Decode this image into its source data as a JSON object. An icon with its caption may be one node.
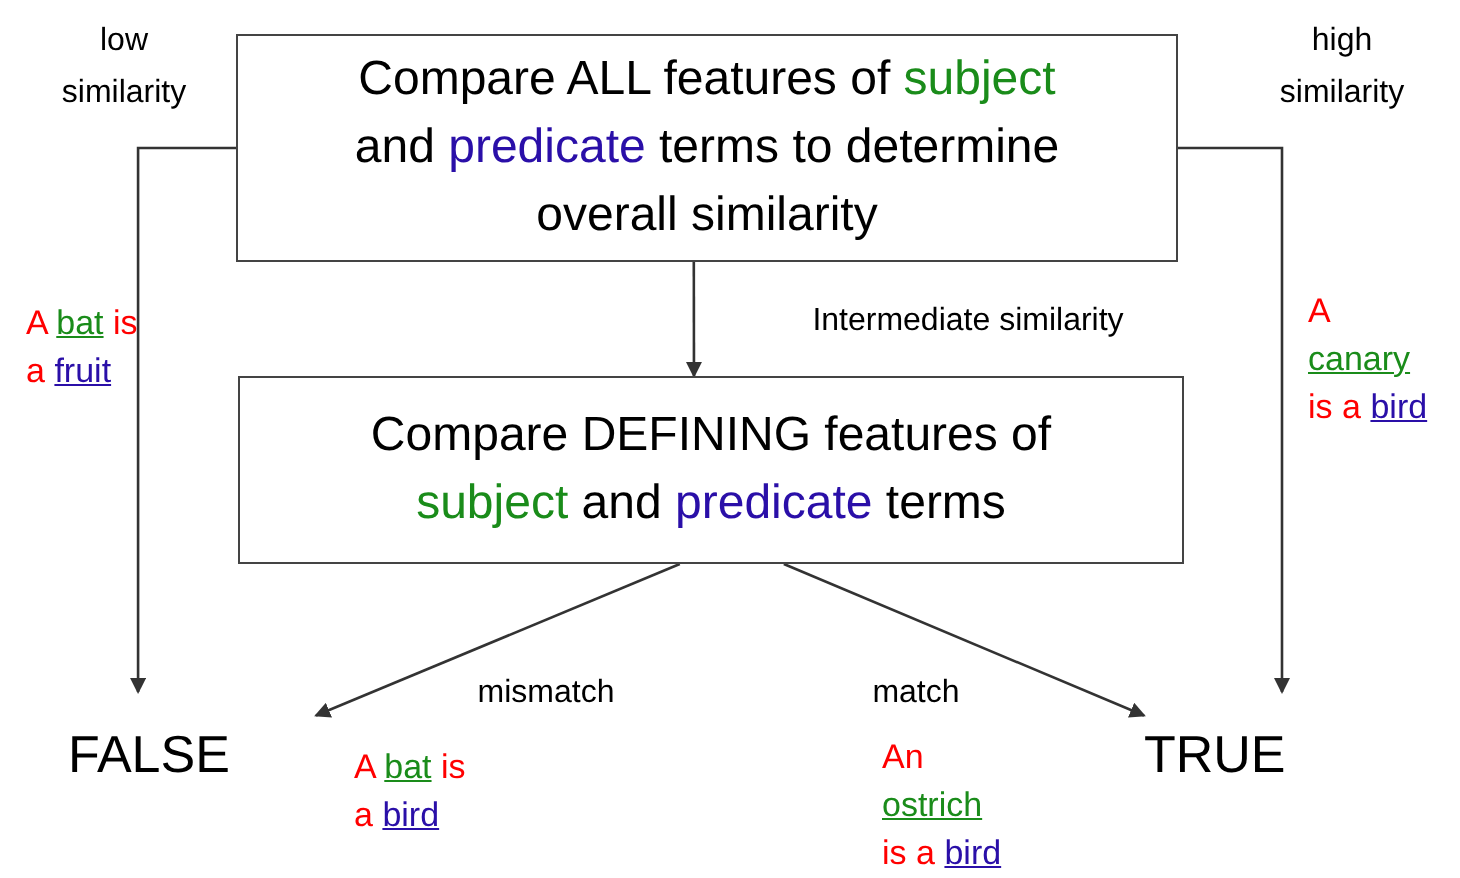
{
  "diagram": {
    "nodes": [
      {
        "text": [
          "Compare ALL features of subject and predicate terms to determine overall similarity"
        ]
      },
      {
        "text": [
          "Compare DEFINING features of subject and predicate terms"
        ]
      },
      {
        "text": [
          "FALSE"
        ]
      },
      {
        "text": [
          "TRUE"
        ]
      }
    ],
    "edges": [
      {
        "from": 0,
        "to": 2,
        "arrow": "to",
        "label": "low similarity"
      },
      {
        "from": 0,
        "to": 3,
        "arrow": "to",
        "label": "high similarity"
      },
      {
        "from": 0,
        "to": 1,
        "arrow": "to",
        "label": "Intermediate similarity"
      },
      {
        "from": 1,
        "to": 2,
        "arrow": "to",
        "label": "mismatch"
      },
      {
        "from": 1,
        "to": 3,
        "arrow": "to",
        "label": "match"
      }
    ],
    "labels": [
      "A bat is a fruit",
      "A canary is a bird",
      "A bat is a bird",
      "An ostrich is a bird"
    ]
  }
}
